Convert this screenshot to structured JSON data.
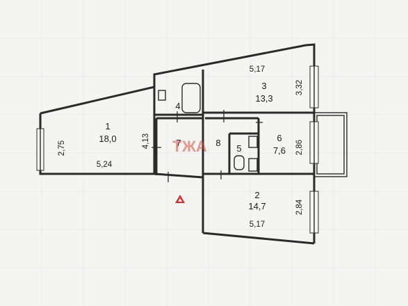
{
  "colors": {
    "background": "#f4f5f1",
    "wall": "#2a2a2a",
    "watermark": "#d84a3a",
    "grid": "#dfe5ec"
  },
  "rooms": [
    {
      "number": "1",
      "area": "18,0"
    },
    {
      "number": "2",
      "area": "14,7"
    },
    {
      "number": "3",
      "area": "13,3"
    },
    {
      "number": "4"
    },
    {
      "number": "5"
    },
    {
      "number": "6",
      "area": "7,6"
    },
    {
      "number": "7"
    },
    {
      "number": "8"
    }
  ],
  "dimensions": [
    "2,75",
    "5,24",
    "4,13",
    "5,17",
    "3,32",
    "2,86",
    "2,84",
    "5,17"
  ],
  "watermark": {
    "text": "ТЖА",
    "icon": "triangle-logo-icon"
  }
}
